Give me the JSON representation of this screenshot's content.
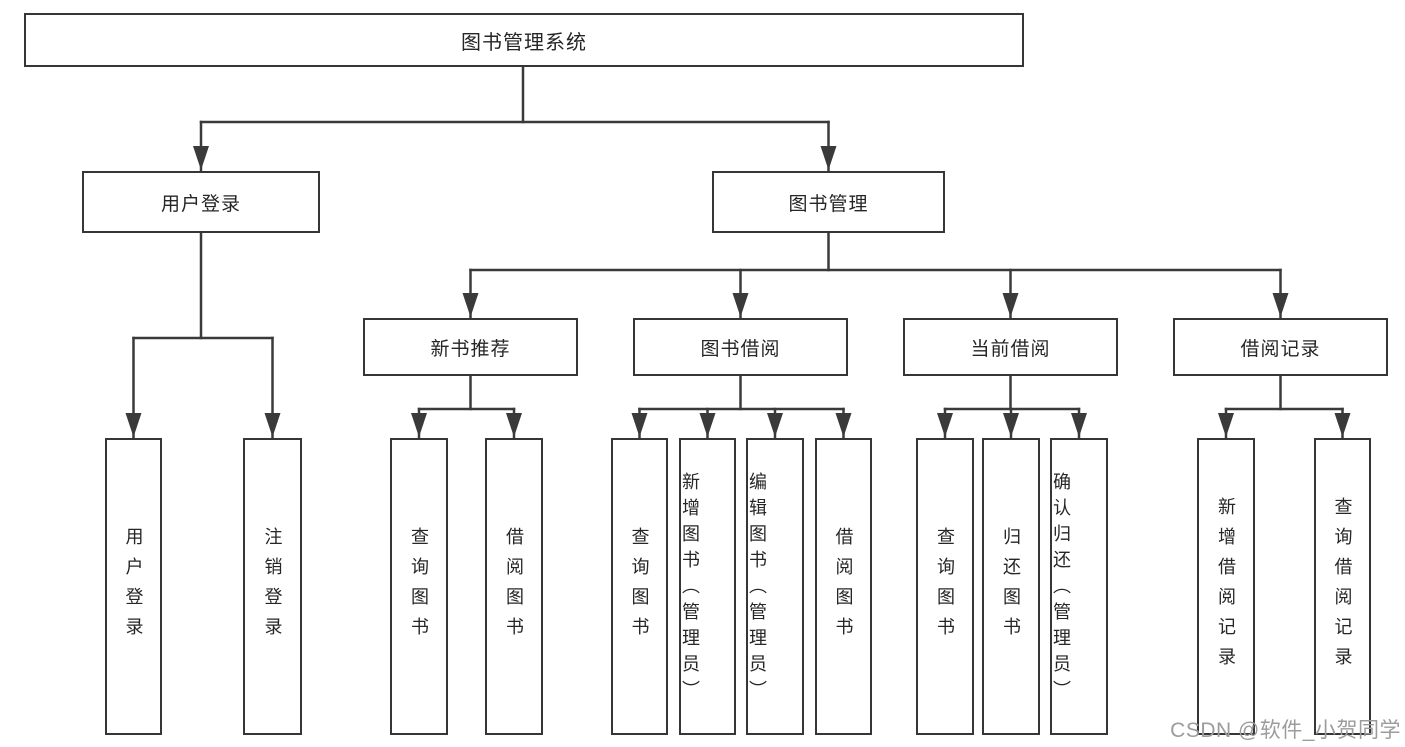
{
  "root": {
    "label": "图书管理系统"
  },
  "level2": {
    "user_login": {
      "label": "用户登录"
    },
    "book_management": {
      "label": "图书管理"
    }
  },
  "level3": {
    "new_book_recommend": {
      "label": "新书推荐"
    },
    "book_borrowing": {
      "label": "图书借阅"
    },
    "current_borrowing": {
      "label": "当前借阅"
    },
    "borrowing_records": {
      "label": "借阅记录"
    }
  },
  "leaves": {
    "user_login": {
      "label": "用户登录"
    },
    "logout": {
      "label": "注销登录"
    },
    "recommend_query_books": {
      "label": "查询图书"
    },
    "recommend_borrow_books": {
      "label": "借阅图书"
    },
    "borrowing_query_books": {
      "label": "查询图书"
    },
    "borrowing_add_books": {
      "label": "新增图书（管理员）"
    },
    "borrowing_edit_books": {
      "label": "编辑图书（管理员）"
    },
    "borrowing_borrow_books": {
      "label": "借阅图书"
    },
    "current_query_books": {
      "label": "查询图书"
    },
    "current_return_books": {
      "label": "归还图书"
    },
    "current_confirm_return": {
      "label": "确认归还（管理员）"
    },
    "records_add_record": {
      "label": "新增借阅记录"
    },
    "records_query_record": {
      "label": "查询借阅记录"
    }
  },
  "watermark": {
    "label": "CSDN @软件_小贺同学"
  },
  "colors": {
    "line": "#3a3a3a",
    "border": "#363636",
    "text": "#262626",
    "watermark": "#9c9c9c",
    "background": "#ffffff"
  }
}
